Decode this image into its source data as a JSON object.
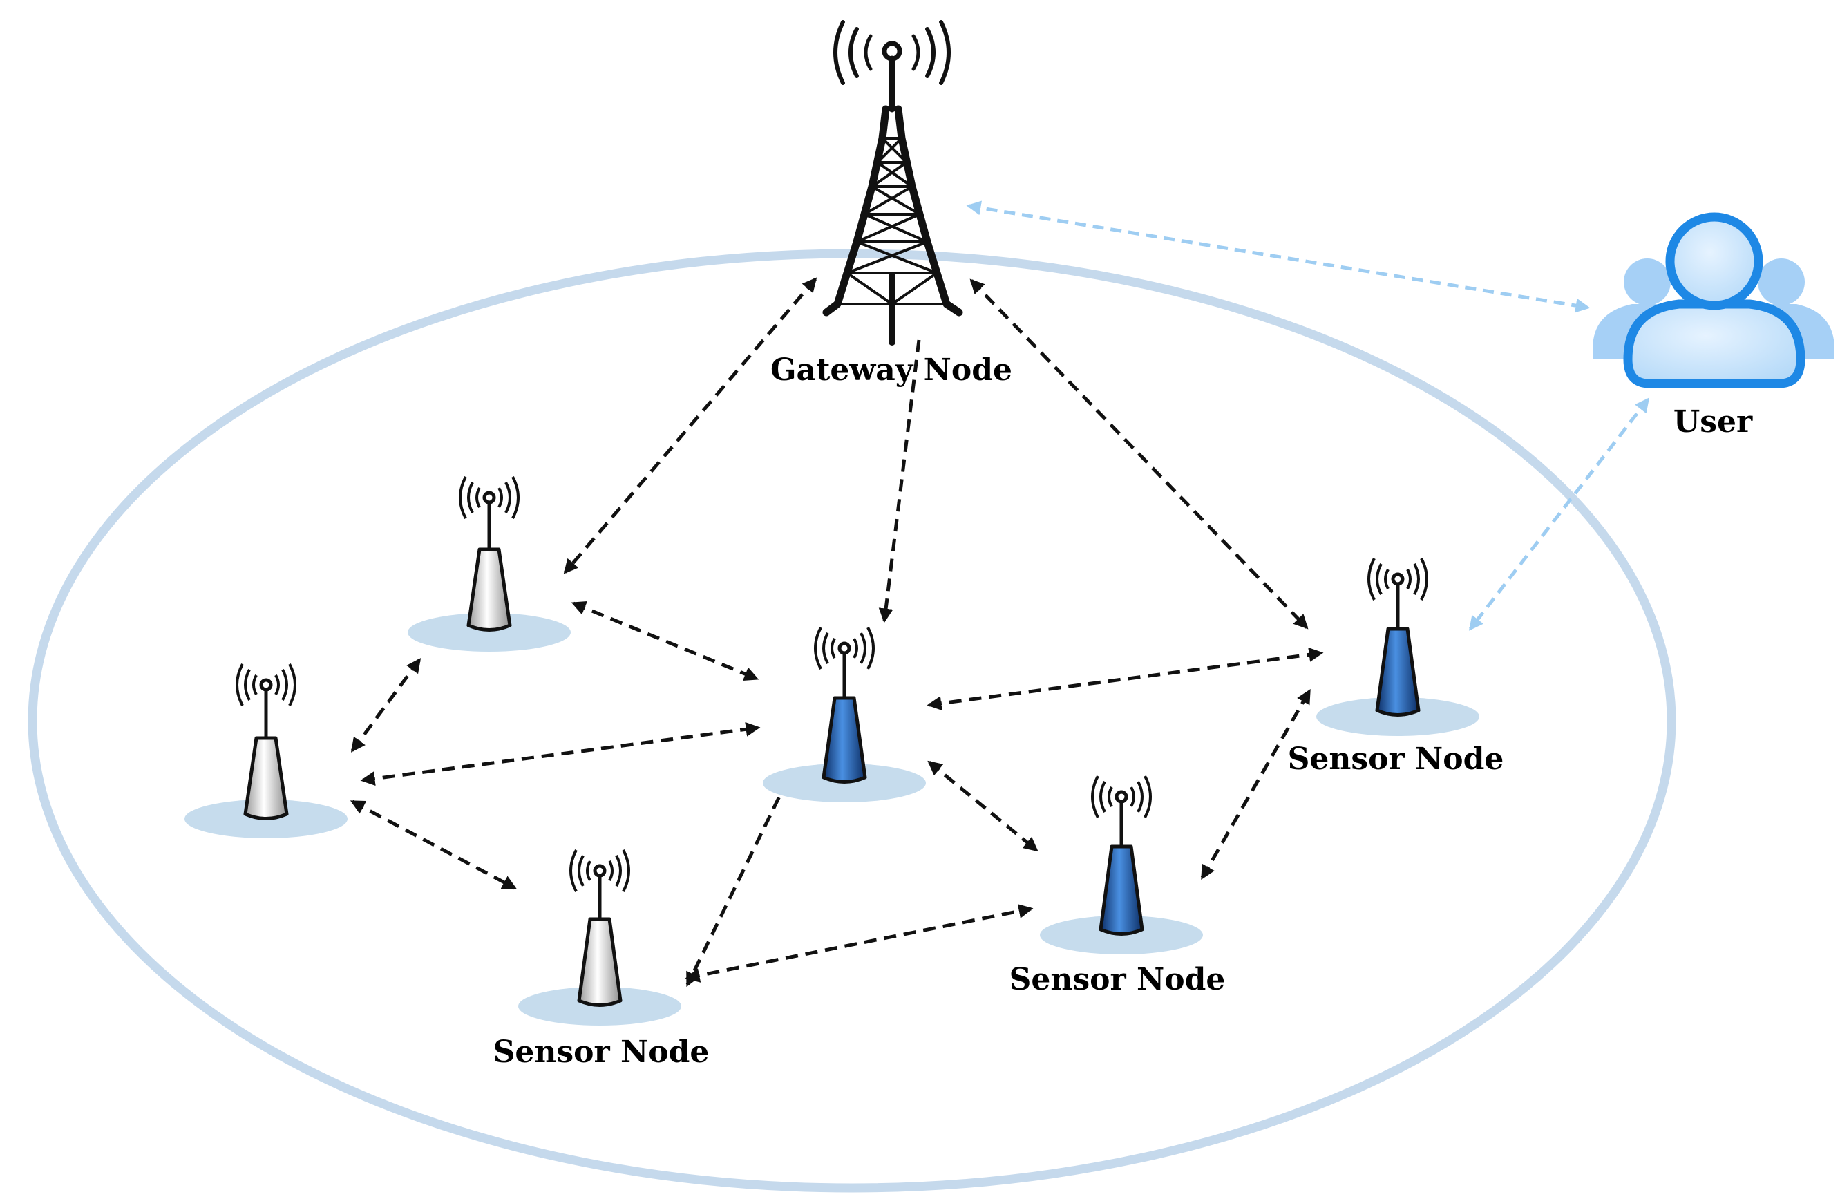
{
  "labels": {
    "gateway": "Gateway Node",
    "user": "User",
    "sensor_right": "Sensor Node",
    "sensor_mid": "Sensor Node",
    "sensor_bottom": "Sensor Node"
  },
  "icons": {
    "gateway": "radio-tower-icon",
    "user": "user-group-icon",
    "sensor_active": "blue-sensor-antenna-icon",
    "sensor_passive": "white-sensor-antenna-icon"
  },
  "colors": {
    "network_boundary": "#c5d9ec",
    "node_shadow": "#c6dced",
    "link_arrow": "#111111",
    "user_link_arrow": "#9ecdf2",
    "user_icon": "#1e88e5",
    "user_icon_light": "#a6d0f6",
    "sensor_blue": "#1f5fa8",
    "sensor_white": "#f0f0f0"
  }
}
